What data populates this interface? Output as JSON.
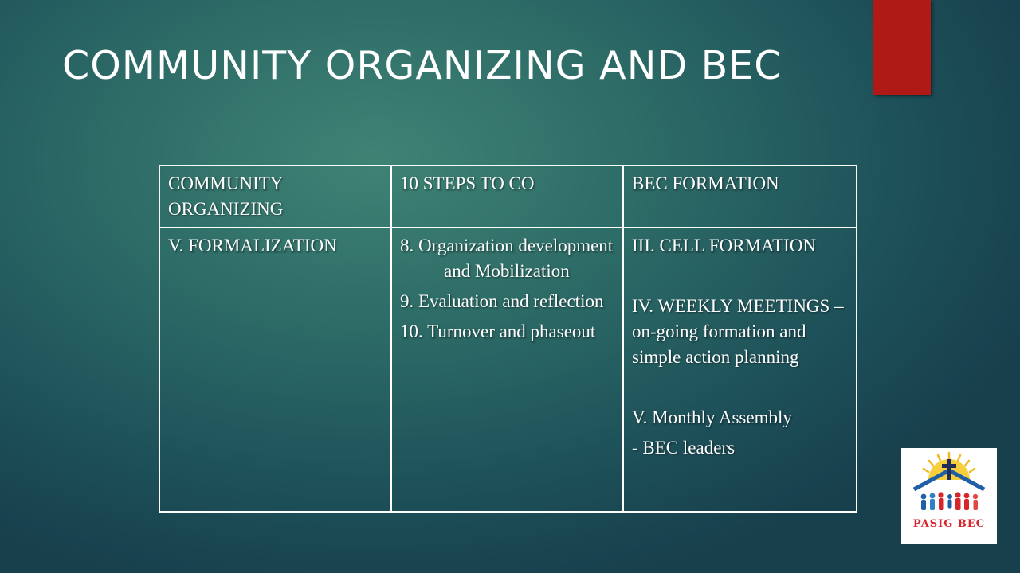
{
  "slide": {
    "title": "COMMUNITY ORGANIZING AND BEC",
    "accent_color": "#b01a16"
  },
  "table": {
    "headers": [
      "COMMUNITY ORGANIZING",
      "10 STEPS TO CO",
      "BEC FORMATION"
    ],
    "row": {
      "col1": "V. FORMALIZATION",
      "col2_steps": [
        "8.  Organization development and Mobilization",
        "9.   Evaluation and reflection",
        "10.  Turnover and phaseout"
      ],
      "col3_blocks": [
        "III. CELL FORMATION",
        "IV. WEEKLY MEETINGS – on-going formation and simple action planning",
        "V. Monthly Assembly",
        "- BEC leaders"
      ]
    }
  },
  "logo": {
    "text": "PASIG BEC",
    "icon": "pasig-bec-logo-icon"
  }
}
